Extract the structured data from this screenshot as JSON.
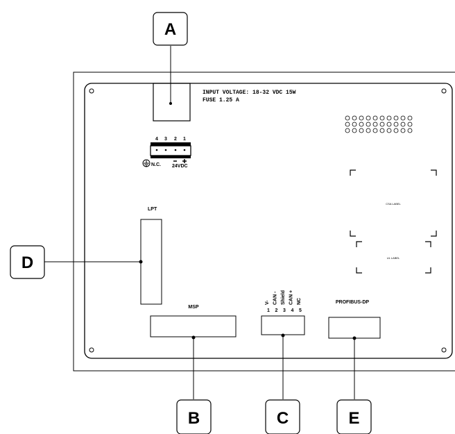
{
  "callouts": {
    "a": "A",
    "b": "B",
    "c": "C",
    "d": "D",
    "e": "E"
  },
  "labels": {
    "input_voltage": "INPUT VOLTAGE: 18-32 VDC 15W",
    "fuse": "FUSE 1.25 A",
    "lpt": "LPT",
    "msp": "MSP",
    "profibus": "PROFIBUS-DP",
    "csa_label": "CSA LABEL",
    "ul_label": "UL LABEL",
    "nc": "N.C.",
    "vdc": "24VDC"
  },
  "power_terminal": {
    "pins": [
      "4",
      "3",
      "2",
      "1"
    ]
  },
  "can_connector": {
    "pins": [
      {
        "num": "1",
        "name": "V-"
      },
      {
        "num": "2",
        "name": "CAN -"
      },
      {
        "num": "3",
        "name": "Shield"
      },
      {
        "num": "4",
        "name": "CAN +"
      },
      {
        "num": "5",
        "name": "NC"
      }
    ]
  }
}
